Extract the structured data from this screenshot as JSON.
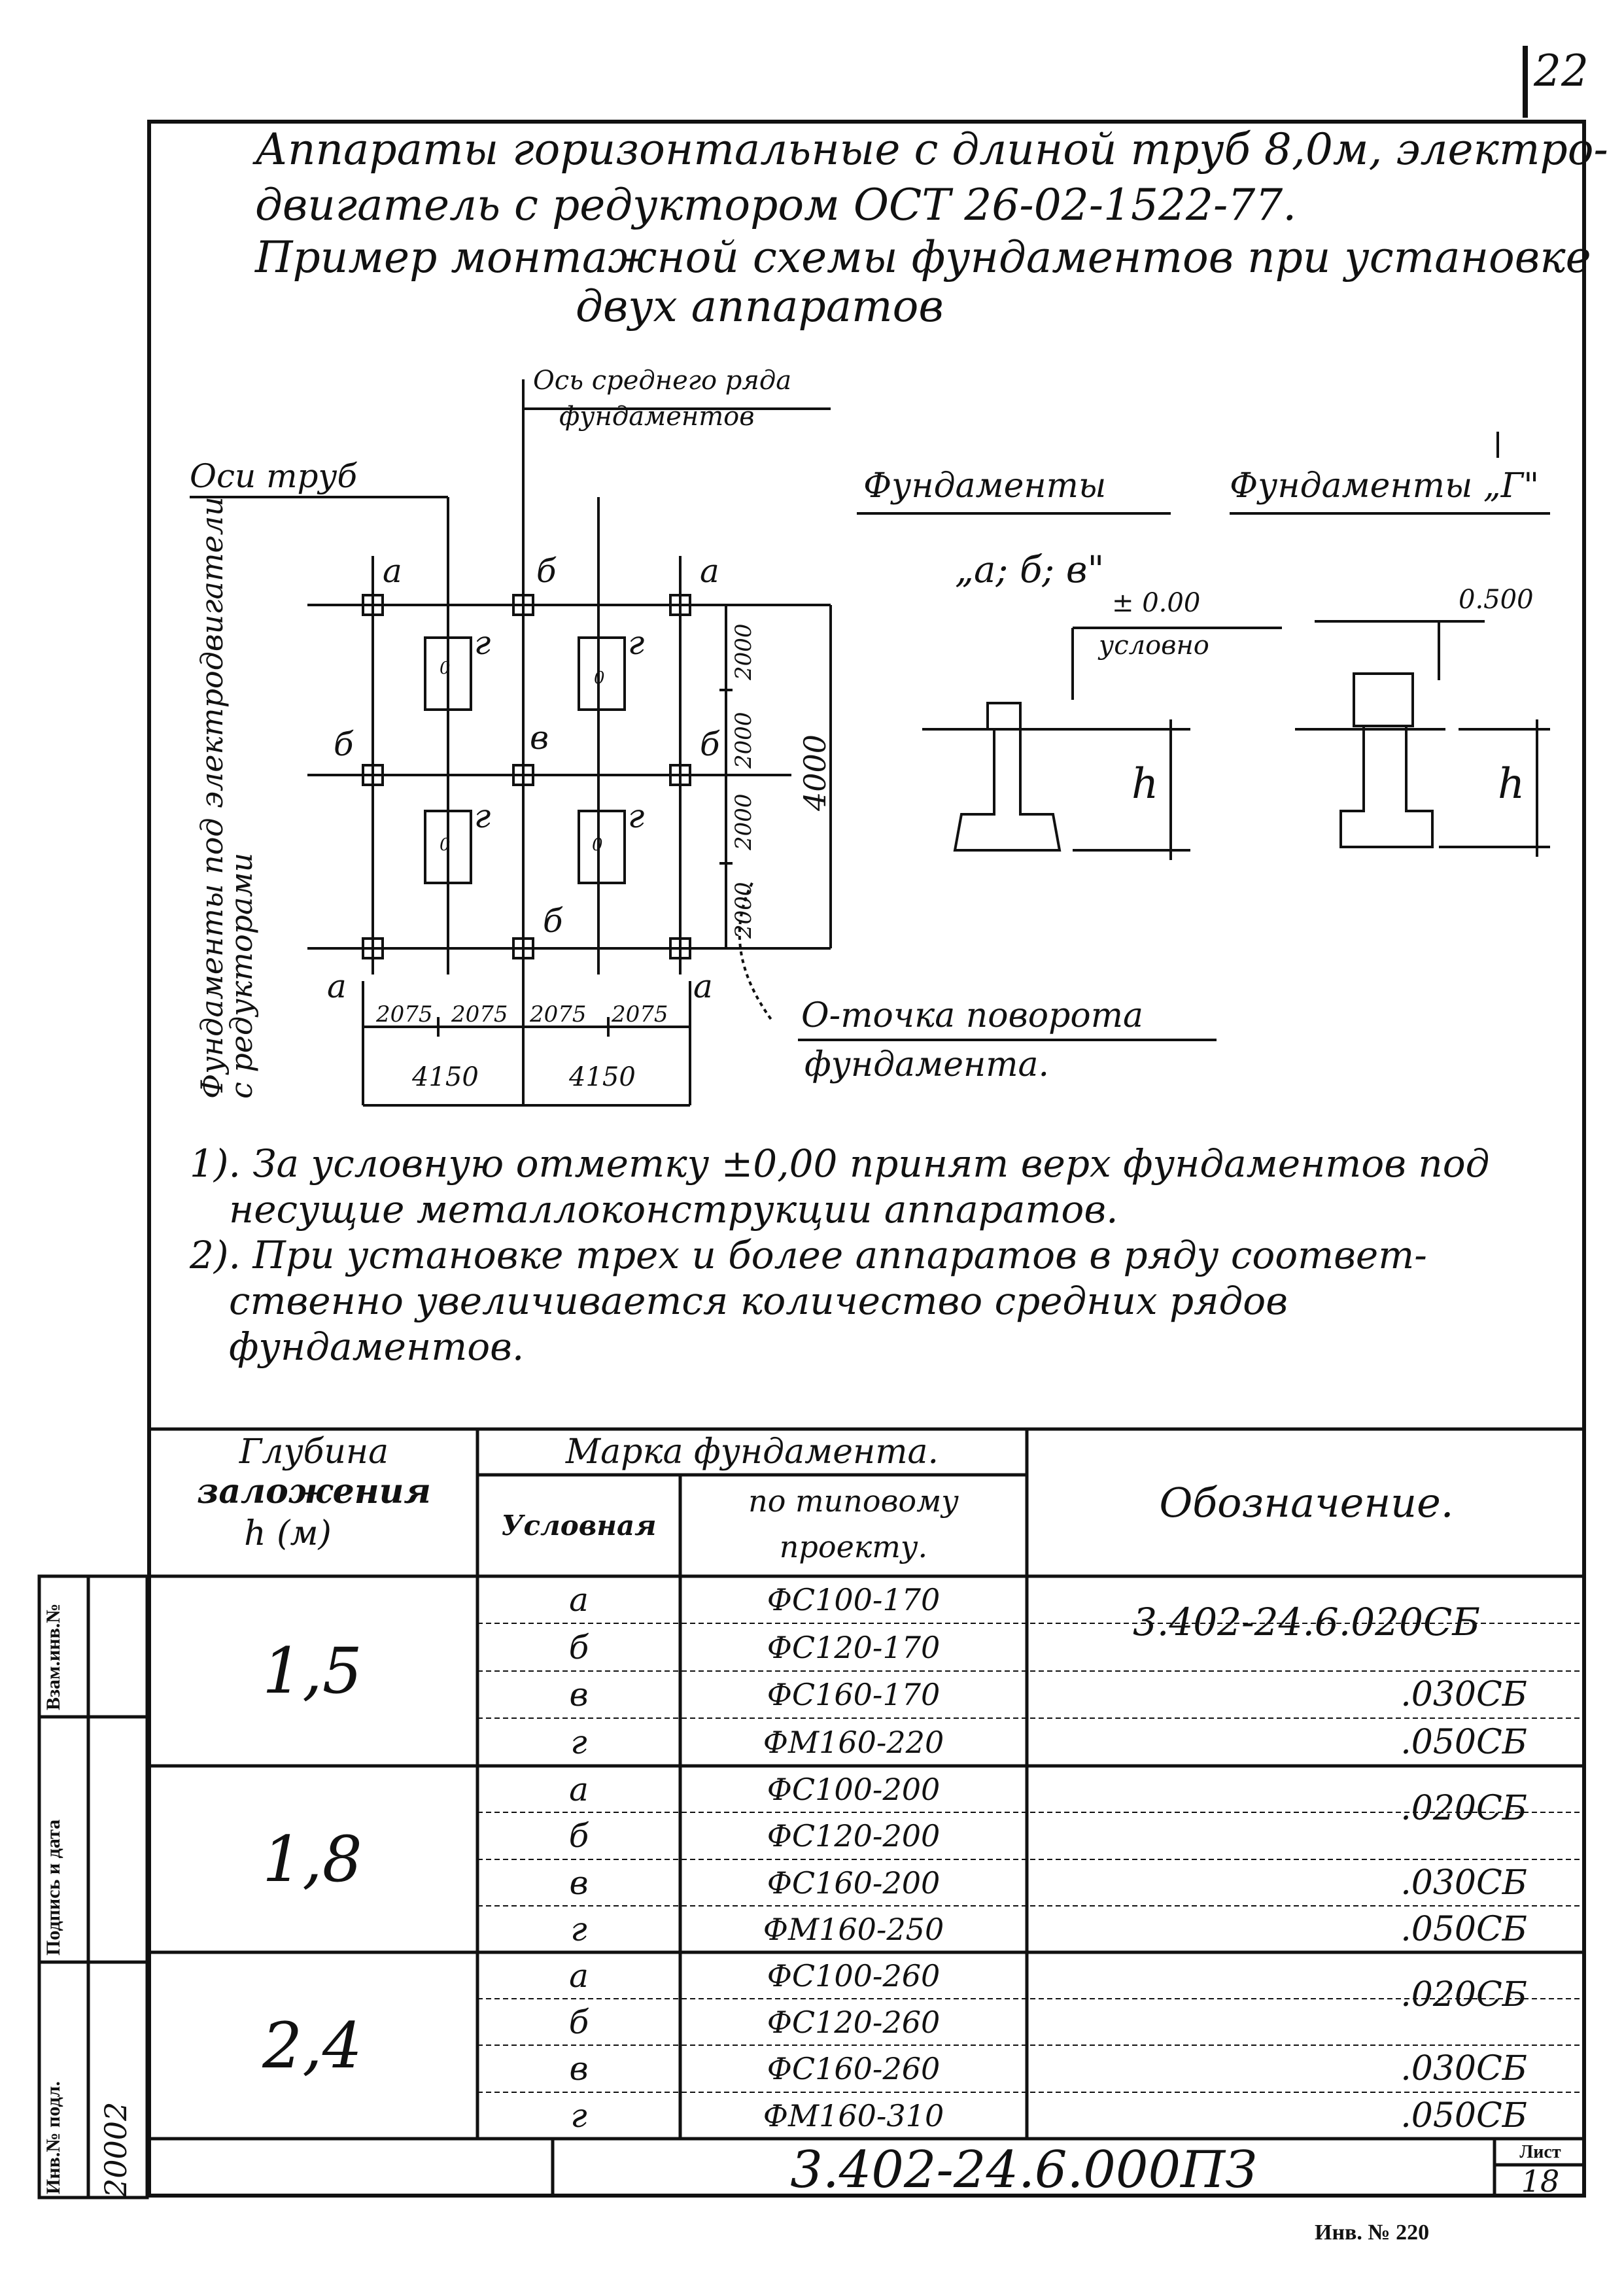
{
  "sheet": {
    "page_number_top": "22",
    "sheet_label": "Лист",
    "sheet_number": "18",
    "doc_code": "3.402-24.6.000ПЗ",
    "bottom_inv": "Инв. № 220"
  },
  "title": {
    "line1": "Аппараты горизонтальные с длиной труб 8,0м, электро-",
    "line2": "двигатель с редуктором ОСТ 26-02-1522-77.",
    "line3": "Пример монтажной схемы фундаментов при установке",
    "line4": "двух аппаратов"
  },
  "plan": {
    "label_middle_axis_1": "Ось среднего ряда",
    "label_middle_axis_2": "фундаментов",
    "label_pipe_axes": "Оси труб",
    "label_side_1": "Фундаменты под электродвигатели",
    "label_side_2": "с редукторами",
    "letters": [
      "а",
      "б",
      "а",
      "б",
      "в",
      "б",
      "а",
      "б",
      "а",
      "г",
      "г",
      "г",
      "г"
    ],
    "pivot_mark": "0",
    "dims_v": [
      "2000",
      "2000",
      "2000",
      "2000"
    ],
    "dim_total_v": "4000",
    "dims_h": [
      "2075",
      "2075",
      "2075",
      "2075"
    ],
    "dims_h2": [
      "4150",
      "4150"
    ],
    "pivot_note_1": "О-точка поворота",
    "pivot_note_2": "фундамента."
  },
  "sections": {
    "abv_title": "Фундаменты",
    "abv_sub": "„а; б; в\"",
    "abv_level": "± 0.00",
    "abv_level_note": "условно",
    "g_title": "Фундаменты „Г\"",
    "g_level": "0.500",
    "h_label": "h"
  },
  "notes": {
    "n1_a": "1). За условную отметку ±0,00 принят верх фундаментов под",
    "n1_b": "несущие металлоконструкции аппаратов.",
    "n2_a": "2). При установке трех и более аппаратов в ряду соответ-",
    "n2_b": "ственно увеличивается количество средних рядов",
    "n2_c": "фундаментов."
  },
  "table": {
    "h_depth_1": "Глубина",
    "h_depth_2": "заложения",
    "h_depth_3": "h (м)",
    "h_mark": "Марка фундамента.",
    "h_cond": "Условная",
    "h_type_1": "по типовому",
    "h_type_2": "проекту.",
    "h_desig": "Обозначение.",
    "groups": [
      {
        "depth": "1,5",
        "rows": [
          {
            "c": "а",
            "t": "ФС100-170",
            "d": "3.402-24.6.020СБ"
          },
          {
            "c": "б",
            "t": "ФС120-170",
            "d": ""
          },
          {
            "c": "в",
            "t": "ФС160-170",
            "d": ".030СБ"
          },
          {
            "c": "г",
            "t": "ФМ160-220",
            "d": ".050СБ"
          }
        ]
      },
      {
        "depth": "1,8",
        "rows": [
          {
            "c": "а",
            "t": "ФС100-200",
            "d": ".020СБ"
          },
          {
            "c": "б",
            "t": "ФС120-200",
            "d": ""
          },
          {
            "c": "в",
            "t": "ФС160-200",
            "d": ".030СБ"
          },
          {
            "c": "г",
            "t": "ФМ160-250",
            "d": ".050СБ"
          }
        ]
      },
      {
        "depth": "2,4",
        "rows": [
          {
            "c": "а",
            "t": "ФС100-260",
            "d": ".020СБ"
          },
          {
            "c": "б",
            "t": "ФС120-260",
            "d": ""
          },
          {
            "c": "в",
            "t": "ФС160-260",
            "d": ".030СБ"
          },
          {
            "c": "г",
            "t": "ФМ160-310",
            "d": ".050СБ"
          }
        ]
      }
    ]
  },
  "stamp": {
    "inv_podl": "Инв.№ подл.",
    "inv_value": "20002",
    "sign_date": "Подпись и дата",
    "vzam": "Взам.инв.№"
  }
}
